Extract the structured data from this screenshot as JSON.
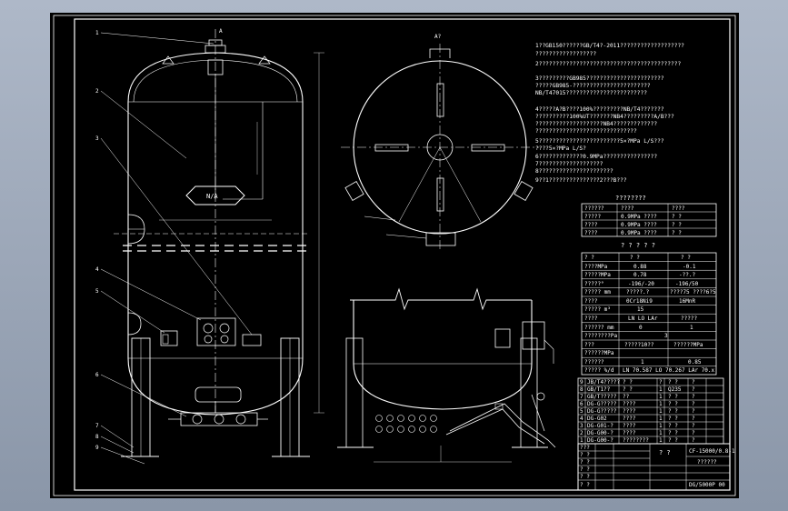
{
  "colors": {
    "line": "#ffffff",
    "background": "#000000",
    "frame": "#aeb8c8"
  },
  "view_marks": {
    "section_top": "A",
    "section_view": "A?",
    "plate_mark": "N/A"
  },
  "part_balloons": [
    "1",
    "2",
    "3",
    "4",
    "5",
    "6",
    "7",
    "8",
    "9"
  ],
  "notes": [
    "1??GB150??????GB/T4?-2011???????????????????",
    "  ??????????????????",
    "2??????????????????????????????????????????",
    "3?????????GB985???????????????????????",
    "  ?????GB985-???????????????????????",
    "  NB/T47015????????????????????????",
    "4?????A?B????100%?????????NB/T4???????",
    "  ??????????100%UT???????NB4?????????A/B???",
    "  ????????????????????NB4?????????????",
    "  ??????????????????????????????",
    "5????????????????????????5×?MPa L/S???",
    "  ????5×?MPa L/S?",
    "6?????????????0.9MPa????????????????",
    "7???????????????????",
    "8??????????????????????",
    "9??1???????????????2???B???"
  ],
  "design_table": {
    "title": "????????",
    "rows": [
      [
        "??????",
        "????",
        "????"
      ],
      [
        "?????",
        "0.9MPa ????",
        "? ?"
      ],
      [
        "????",
        "0.9MPa ????",
        "? ?"
      ],
      [
        "????",
        "0.9MPa ????",
        "? ?"
      ]
    ]
  },
  "spec_table": {
    "title": "? ? ? ? ?",
    "rows": [
      [
        "? ?",
        "? ?",
        "? ?"
      ],
      [
        "????MPa",
        "0.88",
        "-0.1"
      ],
      [
        "?????MPa",
        "0.78",
        "-??.?"
      ],
      [
        "?????°",
        "-196/-20",
        "-196/50"
      ],
      [
        "????? mm",
        "?????.?",
        "????75 ????6?5"
      ],
      [
        "????",
        "0Cr18Ni9",
        "16MnR"
      ],
      [
        "????? m³",
        "15",
        ""
      ],
      [
        "????",
        "LN LO LAr",
        "?????"
      ],
      [
        "?????? mm",
        "0",
        "1"
      ],
      [
        "????????Pa",
        "3",
        ""
      ],
      [
        "???",
        "?????10??",
        "??????MPa"
      ],
      [
        "??????MPa",
        "",
        ""
      ],
      [
        "??????",
        "1",
        "0.85"
      ],
      [
        "????? %/d",
        "LN 70.587 LO 70.267 LAr 70.x",
        ""
      ]
    ]
  },
  "bom_rows": [
    [
      "9",
      "JB/T4?????",
      "? ?",
      "?",
      "? ?",
      "?"
    ],
    [
      "8",
      "GB/T1??",
      "? ?",
      "1",
      "Q235",
      "?"
    ],
    [
      "7",
      "GB/T?????",
      "??",
      "1",
      "? ?",
      "?"
    ],
    [
      "6",
      "DG-G?????",
      "????",
      "1",
      "? ?",
      "?"
    ],
    [
      "5",
      "DG-G?????",
      "????",
      "1",
      "? ?",
      "?"
    ],
    [
      "4",
      "DG-G02",
      "????",
      "1",
      "? ?",
      "?"
    ],
    [
      "3",
      "DG-G01-?",
      "????",
      "1",
      "? ?",
      "?"
    ],
    [
      "2",
      "DG-G00-?",
      "????",
      "1",
      "? ?",
      "?"
    ],
    [
      "1",
      "DG-G00-?",
      "????????",
      "1",
      "? ?",
      "?"
    ]
  ],
  "title_block": {
    "product_name": "? ?",
    "drawing_code": "CF-15000/0.8-1",
    "sub_name": "??????",
    "drawing_no": "DG/5000P 00",
    "rows": [
      "???",
      "? ?",
      "? ?",
      "? ?",
      "? ?",
      "? ?"
    ]
  }
}
